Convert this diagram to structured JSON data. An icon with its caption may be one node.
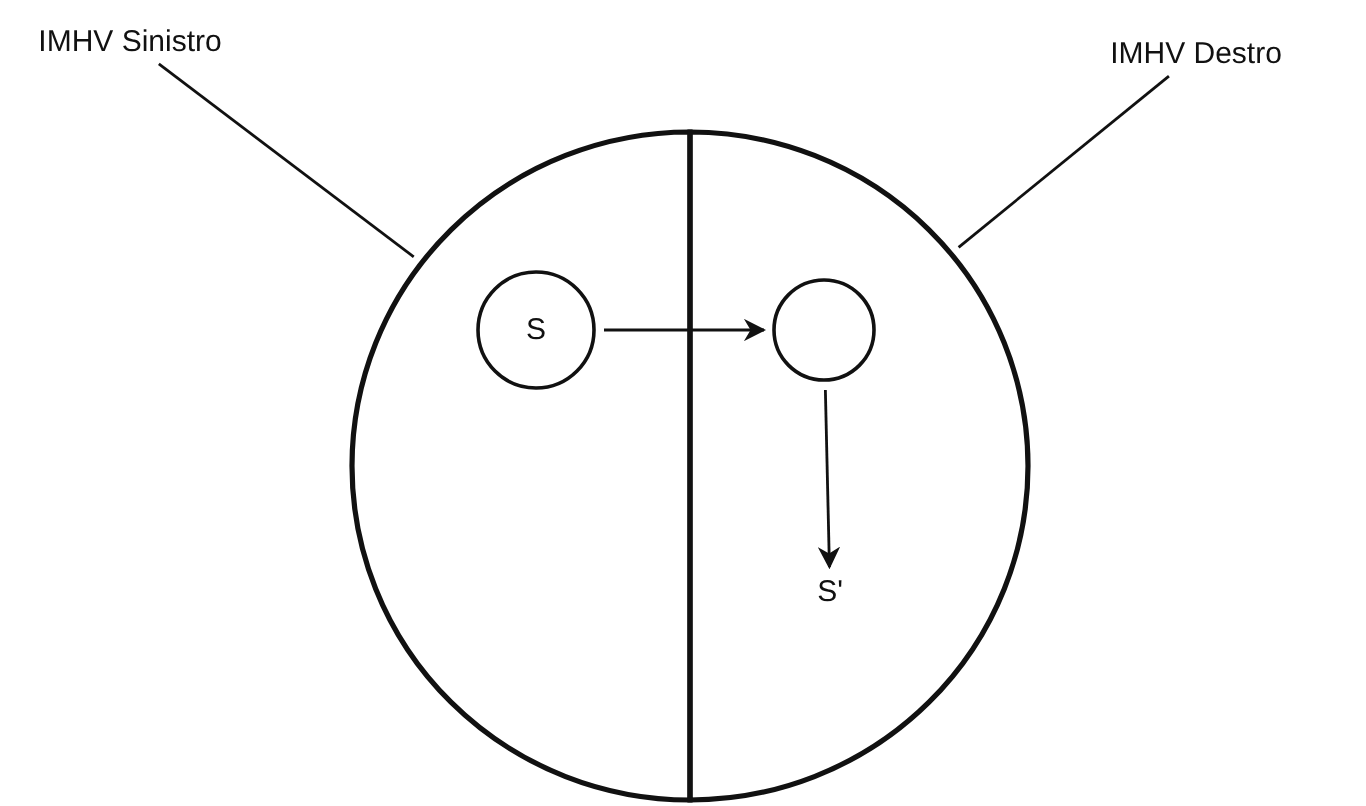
{
  "diagram": {
    "nodes": [
      {
        "text": [
          "IMHV Sinistro"
        ]
      },
      {
        "text": [
          "IMHV Destro"
        ]
      },
      {
        "text": [],
        "shape": "semicircle"
      },
      {
        "text": [],
        "shape": "semicircle"
      },
      {
        "text": [
          "S"
        ],
        "in": 2
      },
      {
        "text": [],
        "shape": "circle",
        "in": 3
      },
      {
        "text": [
          "S'"
        ],
        "in": 3
      }
    ],
    "edges": [
      {
        "from": 0,
        "to": 2,
        "arrow": "none"
      },
      {
        "from": 1,
        "to": 3,
        "arrow": "none"
      },
      {
        "from": 4,
        "to": 5,
        "arrow": "to"
      },
      {
        "from": 5,
        "to": 6,
        "arrow": "to"
      }
    ]
  }
}
